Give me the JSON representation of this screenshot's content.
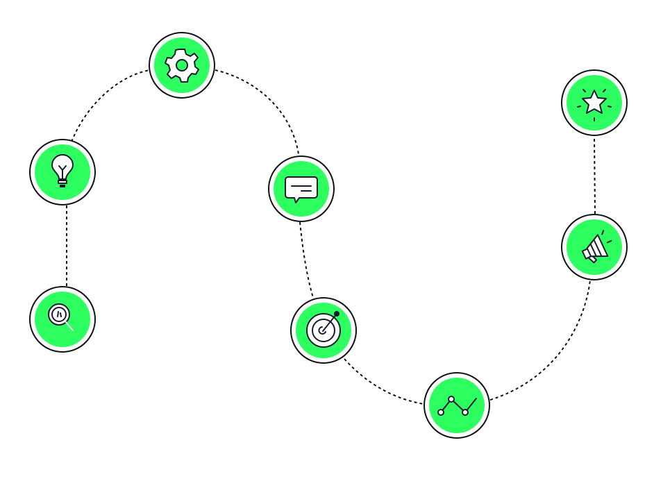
{
  "colors": {
    "node_fill": "#2eff60",
    "stroke": "#111111",
    "background": "#ffffff"
  },
  "nodes": [
    {
      "id": "search",
      "icon": "magnifier-icon"
    },
    {
      "id": "idea",
      "icon": "lightbulb-icon"
    },
    {
      "id": "settings",
      "icon": "gear-icon"
    },
    {
      "id": "chat",
      "icon": "chat-bubble-icon"
    },
    {
      "id": "target",
      "icon": "target-icon"
    },
    {
      "id": "growth",
      "icon": "line-chart-icon"
    },
    {
      "id": "marketing",
      "icon": "megaphone-icon"
    },
    {
      "id": "success",
      "icon": "star-icon"
    }
  ]
}
